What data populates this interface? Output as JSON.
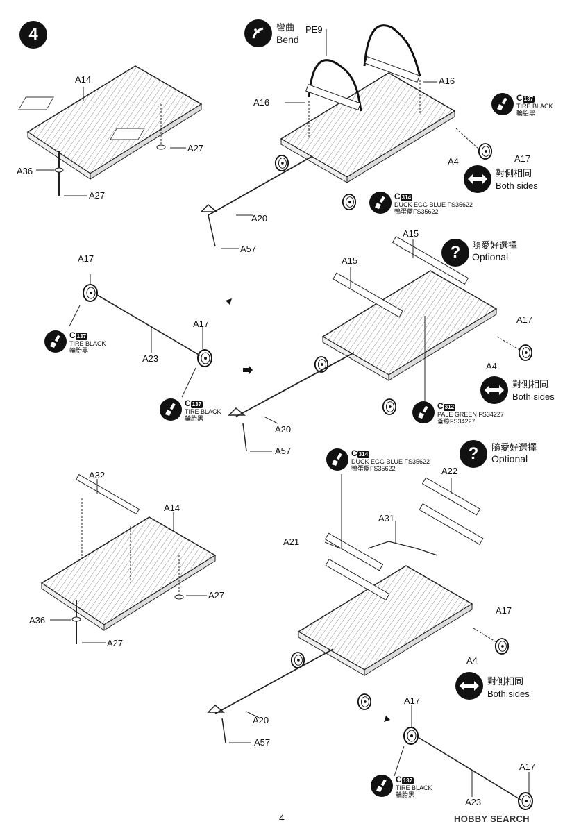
{
  "step": {
    "number": "4"
  },
  "page_number": "4",
  "watermark": "HOBBY SEARCH",
  "notes": {
    "bend_zh": "彎曲",
    "bend_en": "Bend",
    "optional_zh": "隨愛好選擇",
    "optional_en": "Optional",
    "both_sides_zh": "對側相同",
    "both_sides_en": "Both sides"
  },
  "paints": {
    "tire_black": {
      "code": "137",
      "name": "TIRE BLACK",
      "zh": "輪胎黑"
    },
    "duck_egg_blue": {
      "code": "314",
      "name": "DUCK EGG BLUE FS35622",
      "zh": "鴨蛋藍FS35622"
    },
    "pale_green": {
      "code": "312",
      "name": "PALE GREEN FS34227",
      "zh": "蒼綠FS34227"
    }
  },
  "parts": {
    "A14": "A14",
    "A27": "A27",
    "A36": "A36",
    "PE9": "PE9",
    "A16": "A16",
    "A4": "A4",
    "A17": "A17",
    "A20": "A20",
    "A57": "A57",
    "A15": "A15",
    "A23": "A23",
    "A32": "A32",
    "A22": "A22",
    "A31": "A31",
    "A21": "A21"
  },
  "icons": {
    "step": "step-number-disc",
    "bend": "bend-icon",
    "paint": "paint-brush-icon",
    "both_sides": "double-arrow-icon",
    "optional": "question-mark-icon",
    "direction": "direction-arrow-icon"
  }
}
